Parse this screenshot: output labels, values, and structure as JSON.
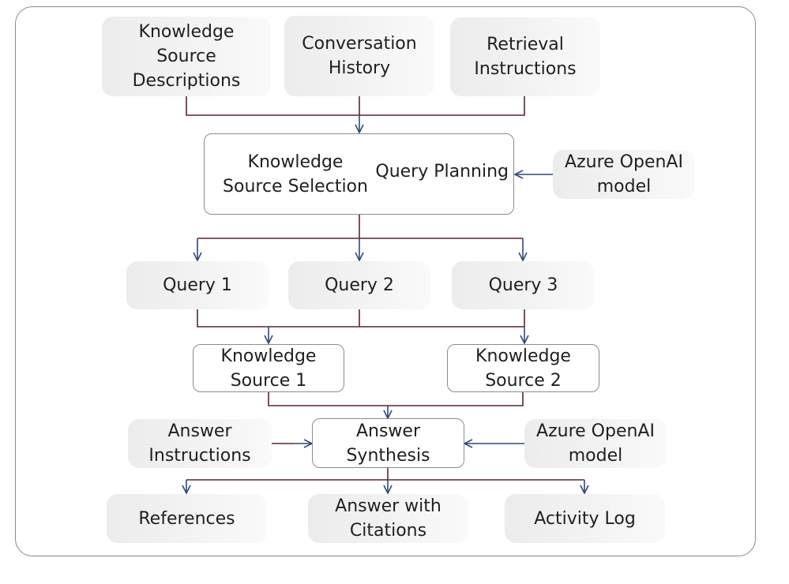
{
  "inputs": {
    "knowledge_source_descriptions": "Knowledge\nSource\nDescriptions",
    "conversation_history": "Conversation\nHistory",
    "retrieval_instructions": "Retrieval\nInstructions"
  },
  "planning": {
    "knowledge_source_selection": "Knowledge\nSource Selection",
    "query_planning": "Query Planning"
  },
  "model_top": "Azure OpenAI\nmodel",
  "queries": [
    "Query 1",
    "Query 2",
    "Query 3"
  ],
  "knowledge_sources": [
    "Knowledge\nSource 1",
    "Knowledge\nSource 2"
  ],
  "answer_instructions": "Answer\nInstructions",
  "answer_synthesis": "Answer\nSynthesis",
  "model_bottom": "Azure OpenAI\nmodel",
  "outputs": {
    "references": "References",
    "answer_with_citations": "Answer with\nCitations",
    "activity_log": "Activity Log"
  },
  "colors": {
    "connector_maroon": "#5a2438",
    "arrow_navy": "#2f4a78"
  }
}
